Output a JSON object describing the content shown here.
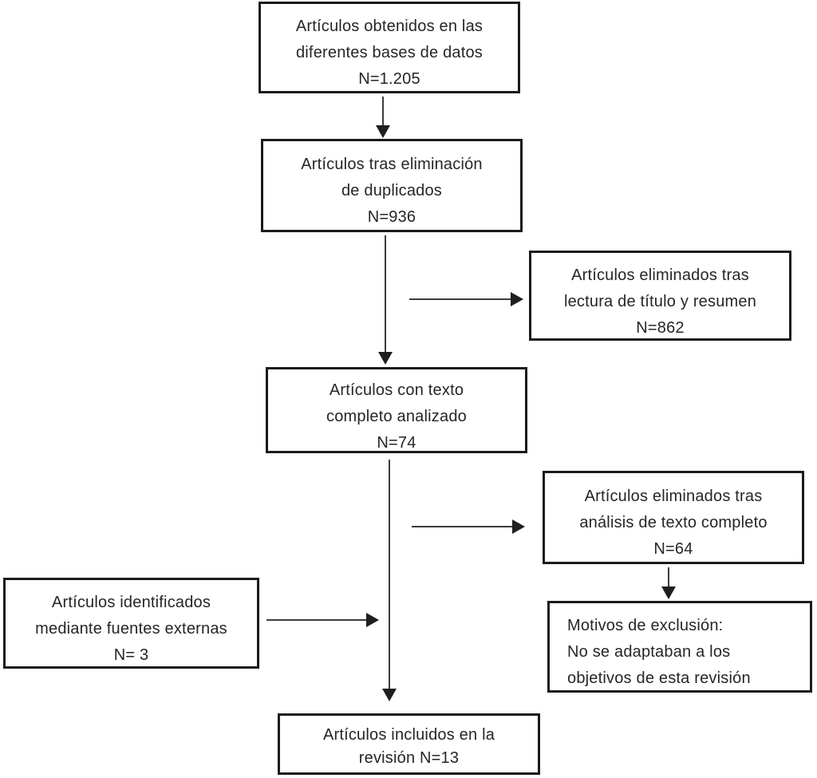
{
  "figure_type": "flowchart",
  "colors": {
    "background": "#ffffff",
    "box_border": "#1b1b1b",
    "text": "#262626",
    "arrow_line": "#3c3c3c",
    "arrow_head": "#1f1f1f"
  },
  "nodes": {
    "obtenidos": {
      "lines": [
        "Artículos obtenidos en las",
        "diferentes bases de datos",
        "N=1.205"
      ]
    },
    "duplicados": {
      "lines": [
        "Artículos tras eliminación",
        "de duplicados",
        "N=936"
      ]
    },
    "eliminados_titulo": {
      "lines": [
        "Artículos eliminados tras",
        "lectura de título y resumen",
        "N=862"
      ]
    },
    "texto_completo": {
      "lines": [
        "Artículos con texto",
        "completo analizado",
        "N=74"
      ]
    },
    "eliminados_analisis": {
      "lines": [
        "Artículos eliminados tras",
        "análisis de texto completo",
        "N=64"
      ]
    },
    "fuentes_externas": {
      "lines": [
        "Artículos identificados",
        "mediante fuentes externas",
        "N= 3"
      ]
    },
    "motivos_exclusion": {
      "lines": [
        "Motivos de exclusión:",
        "No se adaptaban a los",
        "objetivos de esta revisión"
      ]
    },
    "incluidos": {
      "lines": [
        "Artículos incluidos en la",
        "revisión N=13"
      ]
    }
  },
  "edges": [
    {
      "from": "obtenidos",
      "to": "duplicados",
      "direction": "down"
    },
    {
      "from": "duplicados",
      "to": "texto_completo",
      "direction": "down"
    },
    {
      "from": "duplicados",
      "to": "eliminados_titulo",
      "direction": "right"
    },
    {
      "from": "texto_completo",
      "to": "incluidos",
      "direction": "down"
    },
    {
      "from": "texto_completo",
      "to": "eliminados_analisis",
      "direction": "right"
    },
    {
      "from": "eliminados_analisis",
      "to": "motivos_exclusion",
      "direction": "down"
    },
    {
      "from": "fuentes_externas",
      "to": "incluidos",
      "direction": "right"
    }
  ]
}
